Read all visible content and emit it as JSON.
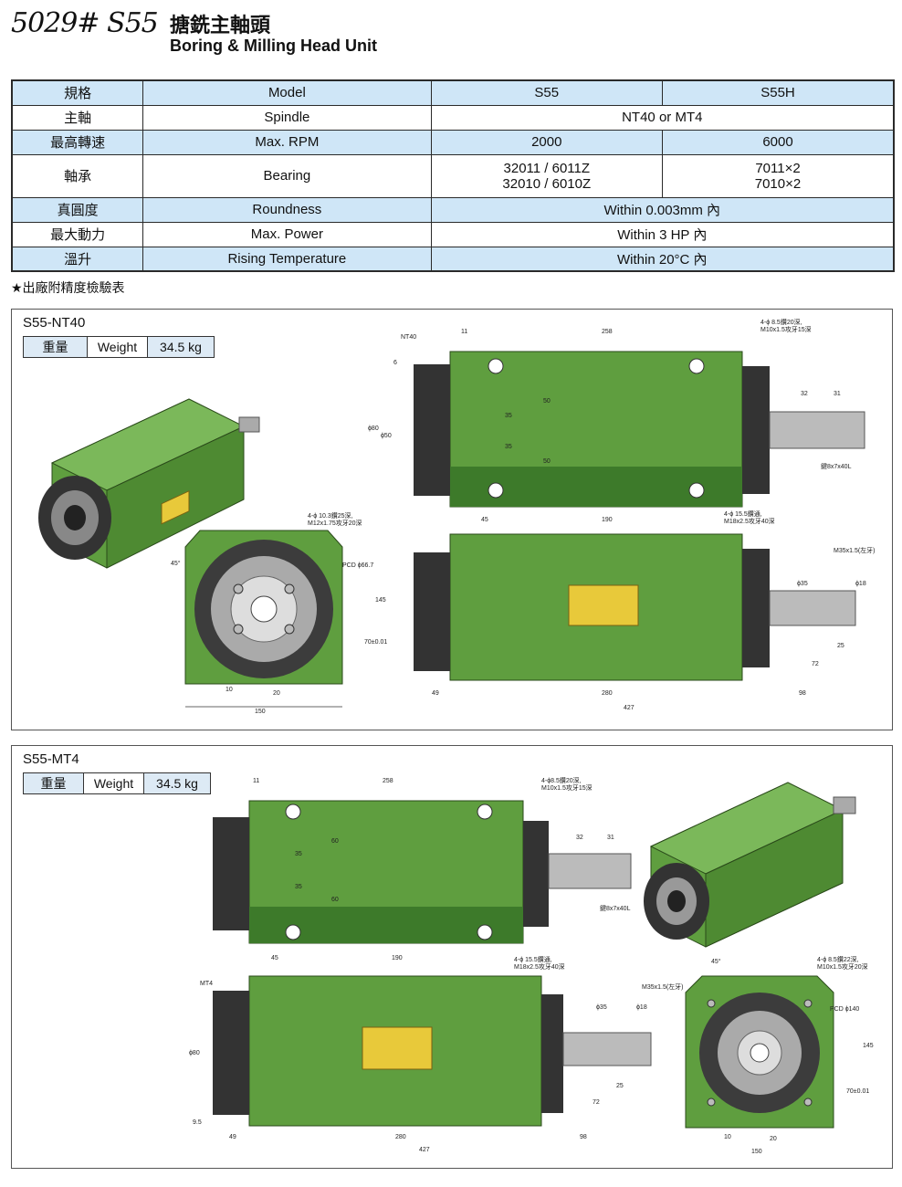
{
  "header": {
    "model": "5029# S55",
    "title_zh": "搪銑主軸頭",
    "title_en": "Boring & Milling Head Unit"
  },
  "spec_table": {
    "header": [
      "規格",
      "Model",
      "S55",
      "S55H"
    ],
    "rows": [
      {
        "zh": "主軸",
        "en": "Spindle",
        "merged": "NT40 or MT4"
      },
      {
        "zh": "最高轉速",
        "en": "Max. RPM",
        "s55": "2000",
        "s55h": "6000"
      },
      {
        "zh": "軸承",
        "en": "Bearing",
        "s55": [
          "32011 / 6011Z",
          "32010 / 6010Z"
        ],
        "s55h": [
          "7011×2",
          "7010×2"
        ]
      },
      {
        "zh": "真圓度",
        "en": "Roundness",
        "merged": "Within 0.003mm 內"
      },
      {
        "zh": "最大動力",
        "en": "Max. Power",
        "merged": "Within 3 HP 內"
      },
      {
        "zh": "溫升",
        "en": "Rising Temperature",
        "merged": "Within 20°C 內"
      }
    ]
  },
  "note": "★出廠附精度檢驗表",
  "panels": [
    {
      "title": "S55-NT40",
      "weight": {
        "zh": "重量",
        "en": "Weight",
        "value": "34.5 kg"
      },
      "labels": {
        "nt40": "NT40",
        "d11": "11",
        "d258": "258",
        "d6": "6",
        "holes_top": "4-ϕ 8.5鑽20深,",
        "holes_top2": "M10x1.5攻牙15深",
        "d32": "32",
        "d31": "31",
        "d35a": "35",
        "d35b": "35",
        "d50a": "50",
        "d50b": "50",
        "d80": "ϕ80",
        "d50": "ϕ50",
        "key": "鍵8x7x40L",
        "d45": "45",
        "d190": "190",
        "holes_side": "4-ϕ 15.5鑽通,",
        "holes_side2": "M18x2.5攻牙40深",
        "holes_front": "4-ϕ 10.3鑽25深,",
        "holes_front2": "M12x1.75攻牙20深",
        "pcd": "PCD ϕ66.7",
        "ang": "45°",
        "d145": "145",
        "d70": "70±0.01",
        "d10": "10",
        "d20": "20",
        "d150": "150",
        "d35s": "ϕ35",
        "d18": "ϕ18",
        "m35": "M35x1.5(左牙)",
        "d25": "25",
        "d72": "72",
        "d49": "49",
        "d280": "280",
        "d98": "98",
        "d427": "427"
      }
    },
    {
      "title": "S55-MT4",
      "weight": {
        "zh": "重量",
        "en": "Weight",
        "value": "34.5 kg"
      },
      "labels": {
        "d11": "11",
        "d258": "258",
        "holes_top": "4-ϕ8.5鑽20深,",
        "holes_top2": "M10x1.5攻牙15深",
        "d32": "32",
        "d31": "31",
        "d35a": "35",
        "d35b": "35",
        "d60a": "60",
        "d60b": "60",
        "key": "鍵8x7x40L",
        "d45": "45",
        "d190": "190",
        "holes_side": "4-ϕ 15.5鑽通,",
        "holes_side2": "M18x2.5攻牙40深",
        "mt4": "MT4",
        "d80": "ϕ80",
        "d35s": "ϕ35",
        "d18": "ϕ18",
        "m35": "M35x1.5(左牙)",
        "d25": "25",
        "d72": "72",
        "d95": "9.5",
        "d49": "49",
        "d280": "280",
        "d98": "98",
        "d427": "427",
        "ang": "45°",
        "holes_front": "4-ϕ 8.5鑽22深,",
        "holes_front2": "M10x1.5攻牙20深",
        "pcd": "PCD ϕ140",
        "d145": "145",
        "d70": "70±0.01",
        "d10": "10",
        "d20": "20",
        "d150": "150"
      }
    }
  ],
  "colors": {
    "table_blue": "#cfe6f7",
    "body_green": "#5f9e3f",
    "dark_green": "#3d7a2a",
    "plate_gold": "#e8c93a"
  }
}
